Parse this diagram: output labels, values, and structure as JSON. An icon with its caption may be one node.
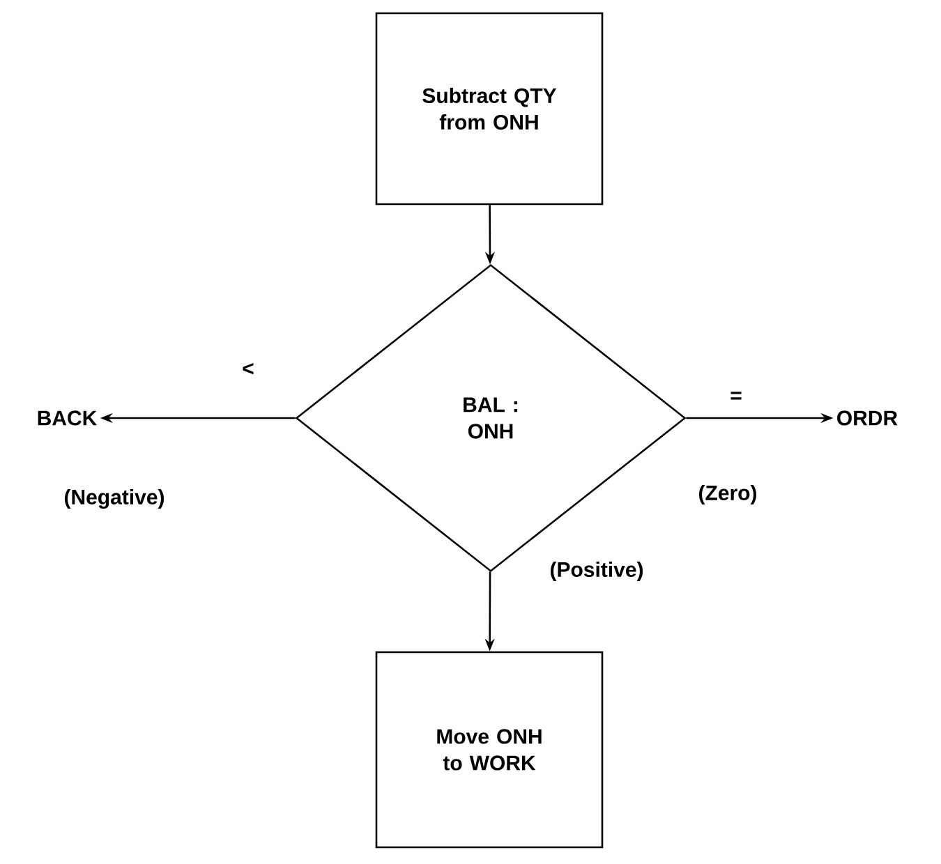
{
  "diagram": {
    "nodes": [
      {
        "text": [
          "Subtract QTY from ONH"
        ]
      },
      {
        "text": [
          "BAL : ONH"
        ]
      },
      {
        "text": [
          "BACK"
        ]
      },
      {
        "text": [
          "ORDR"
        ]
      },
      {
        "text": [
          "Move ONH to WORK"
        ]
      }
    ],
    "edges": [
      {
        "from": 0,
        "to": 1,
        "arrow": "to"
      },
      {
        "from": 1,
        "to": 2,
        "arrow": "to"
      },
      {
        "from": 1,
        "to": 3,
        "arrow": "to"
      },
      {
        "from": 1,
        "to": 4,
        "arrow": "to"
      }
    ],
    "labels": [
      "<",
      "=",
      "(Negative)",
      "(Zero)",
      "(Positive)"
    ]
  }
}
